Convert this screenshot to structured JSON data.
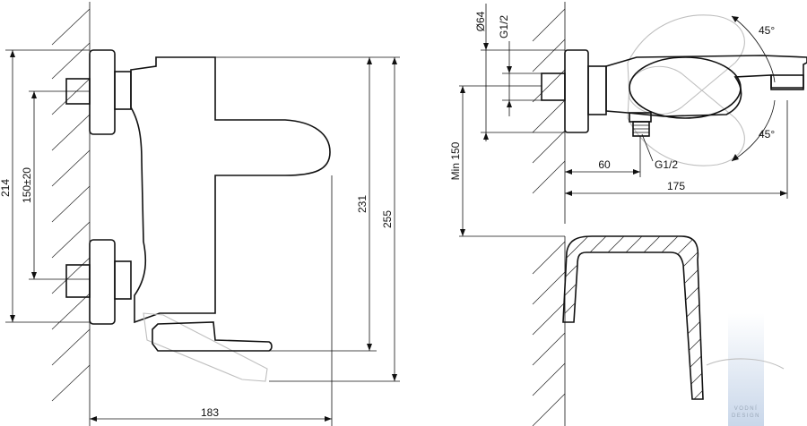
{
  "side_view": {
    "dimensions": {
      "height_total": "214",
      "inlet_spacing": "150±20",
      "height_body": "231",
      "height_overall": "255",
      "depth": "183"
    }
  },
  "top_view": {
    "dimensions": {
      "diameter": "Ø64",
      "thread_inlet": "G1/2",
      "angle_upper": "45°",
      "angle_lower": "45°",
      "thread_outlet": "G1/2",
      "outlet_offset": "60",
      "spout_length": "175",
      "min_height": "Min 150"
    }
  },
  "watermark": {
    "line1": "VODNÍ",
    "line2": "DESIGN"
  }
}
